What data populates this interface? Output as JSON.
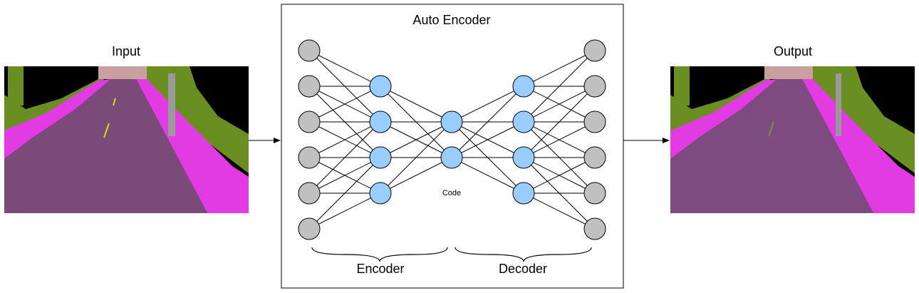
{
  "input": {
    "label": "Input"
  },
  "output": {
    "label": "Output"
  },
  "autoencoder": {
    "title": "Auto Encoder",
    "code_label": "Code",
    "encoder_label": "Encoder",
    "decoder_label": "Decoder",
    "layers": [
      {
        "name": "input-layer",
        "nodes": 6,
        "color": "#c0c0c0"
      },
      {
        "name": "encoder-hidden-layer",
        "nodes": 4,
        "color": "#99ccff"
      },
      {
        "name": "code-layer",
        "nodes": 2,
        "color": "#99ccff"
      },
      {
        "name": "decoder-hidden-layer",
        "nodes": 4,
        "color": "#99ccff"
      },
      {
        "name": "output-layer",
        "nodes": 6,
        "color": "#c0c0c0"
      }
    ]
  },
  "colors": {
    "road": "#7a4a78",
    "road_output": "#7c4c80",
    "sidewalk": "#e33be3",
    "vegetation": "#6b8e23",
    "sky": "#000000",
    "building": "#c8a0a0",
    "pole": "#9a9a9a",
    "lane_marking": "#dcdc00",
    "node_gray": "#c0c0c0",
    "node_blue": "#99ccff"
  }
}
